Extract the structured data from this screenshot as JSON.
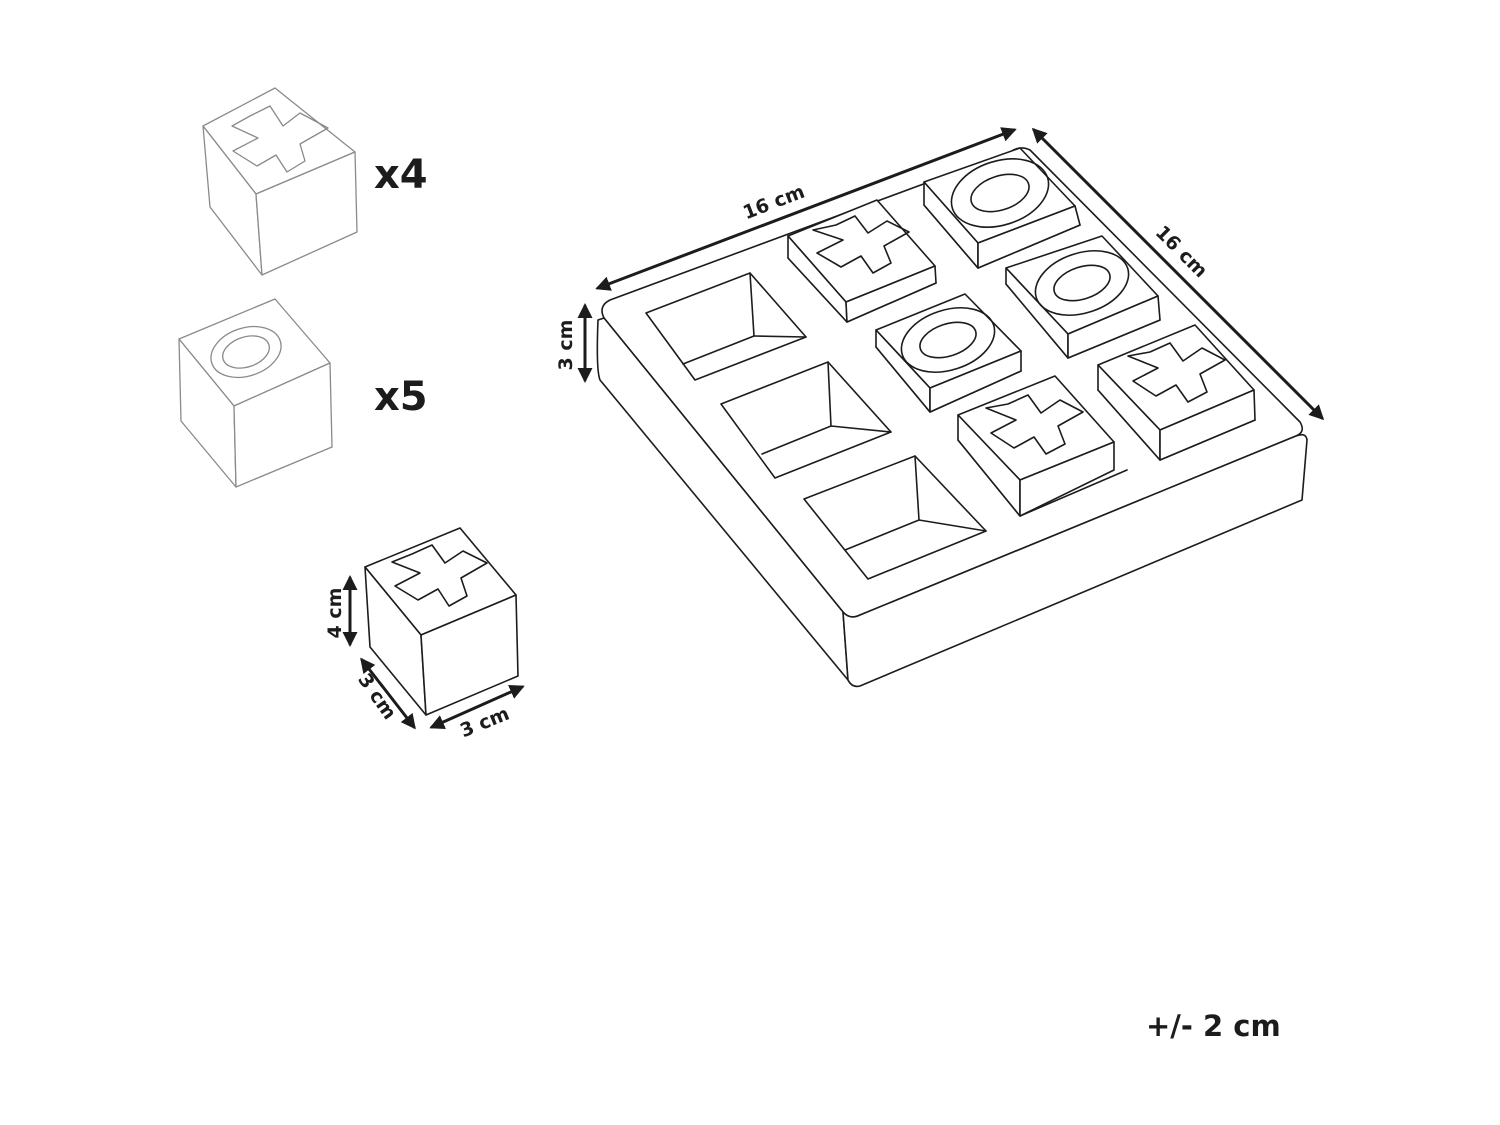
{
  "pieces": {
    "x_count_label": "x4",
    "o_count_label": "x5"
  },
  "board": {
    "width_label": "16 cm",
    "depth_label": "16 cm",
    "height_label": "3 cm"
  },
  "piece_dims": {
    "height_label": "4 cm",
    "depth_label": "3 cm",
    "width_label": "3 cm"
  },
  "tolerance_label": "+/- 2 cm",
  "colors": {
    "line": "#1c1c1c",
    "faint_line": "#8a8a8a",
    "background": "#ffffff"
  }
}
